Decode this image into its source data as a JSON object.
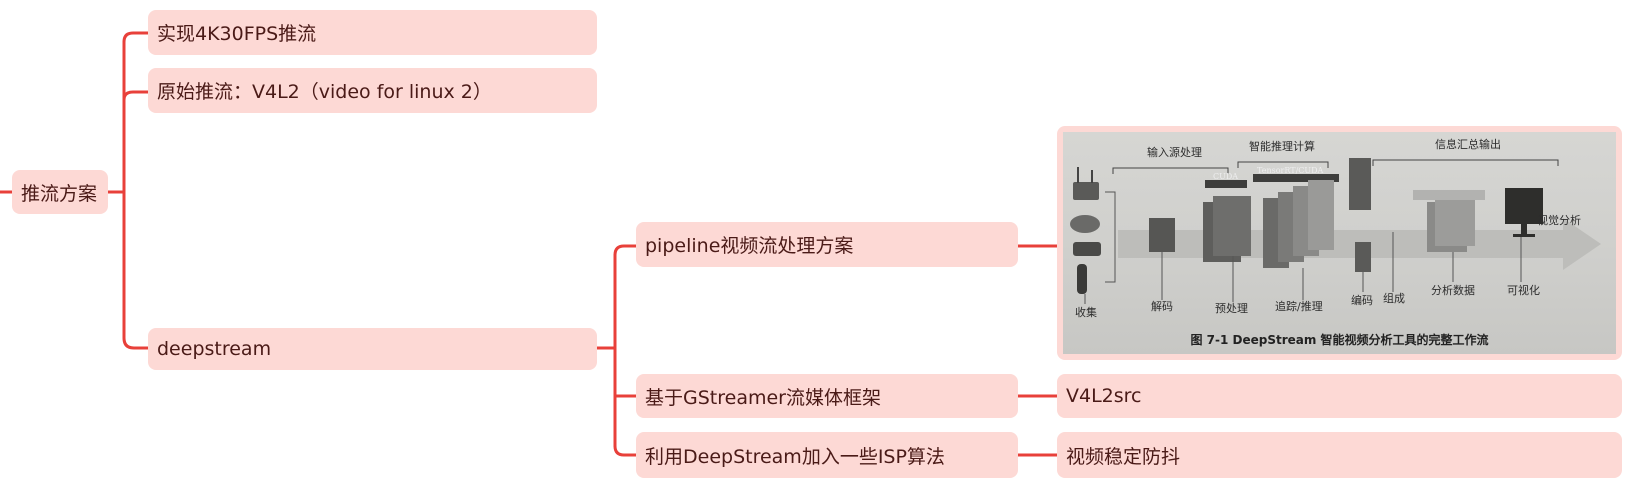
{
  "mindmap": {
    "root": "推流方案",
    "branch_1": "实现4K30FPS推流",
    "branch_2": "原始推流：V4L2（video for linux 2）",
    "branch_3": "deepstream",
    "deepstream_children": {
      "pipeline": "pipeline视频流处理方案",
      "gstreamer": "基于GStreamer流媒体框架",
      "isp": "利用DeepStream加入一些ISP算法"
    },
    "leaves": {
      "v4l2src": "V4L2src",
      "stabilization": "视频稳定防抖"
    }
  },
  "figure": {
    "caption": "图 7-1   DeepStream 智能视频分析工具的完整工作流",
    "section_input": "输入源处理",
    "section_infer": "智能推理计算",
    "section_output": "信息汇总输出",
    "tag_cuda": "CUDA",
    "tag_tensorrt": "TensorRT/CUDA",
    "label_collect": "收集",
    "label_decode": "解码",
    "label_preprocess": "预处理",
    "label_track": "追踪/推理",
    "label_encode": "编码",
    "label_compose": "组成",
    "label_analytics": "分析数据",
    "label_visualize": "可视化",
    "label_visual_analysis": "视觉分析"
  },
  "colors": {
    "node_fill": "#fdd9d5",
    "connector": "#e8403a",
    "text": "#4a1a17"
  }
}
